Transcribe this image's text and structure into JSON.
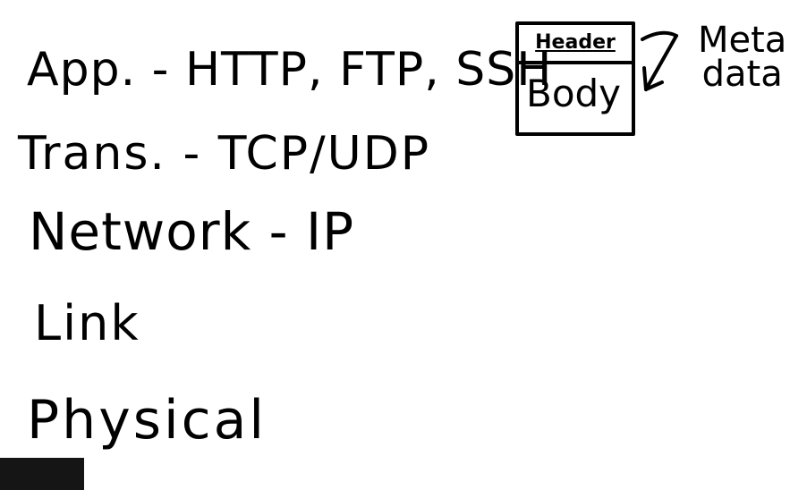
{
  "layers": {
    "app": "App. - HTTP, FTP, SSH",
    "transport": "Trans. - TCP/UDP",
    "network": "Network - IP",
    "link": "Link",
    "physical": "Physical"
  },
  "packet": {
    "header": "Header",
    "body": "Body"
  },
  "annotation": {
    "line1": "Meta",
    "line2": "data"
  },
  "colors": {
    "ink": "#000000",
    "background": "#ffffff",
    "corner_block": "#151515"
  },
  "icons": {
    "arrow": "arrow-pointing-to-header-icon"
  }
}
